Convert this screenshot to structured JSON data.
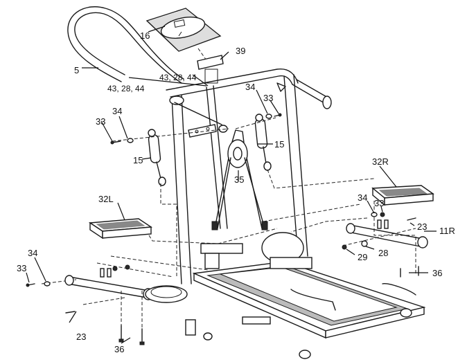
{
  "labels": {
    "l16": "16",
    "l39": "39",
    "l5": "5",
    "l43a": "43, 28, 44",
    "l43b": "43, 28, 44",
    "l34a": "34",
    "l33a": "33",
    "l34b": "34",
    "l33b": "33",
    "l15a": "15",
    "l15b": "15",
    "l35": "35",
    "l32R": "32R",
    "l32L": "32L",
    "l34c": "34",
    "l33c": "33",
    "l23a": "23",
    "l11R": "11R",
    "l29": "29",
    "l28": "28",
    "l34d": "34",
    "l33d": "33",
    "l36a": "36",
    "l23b": "23",
    "l36b": "36"
  }
}
